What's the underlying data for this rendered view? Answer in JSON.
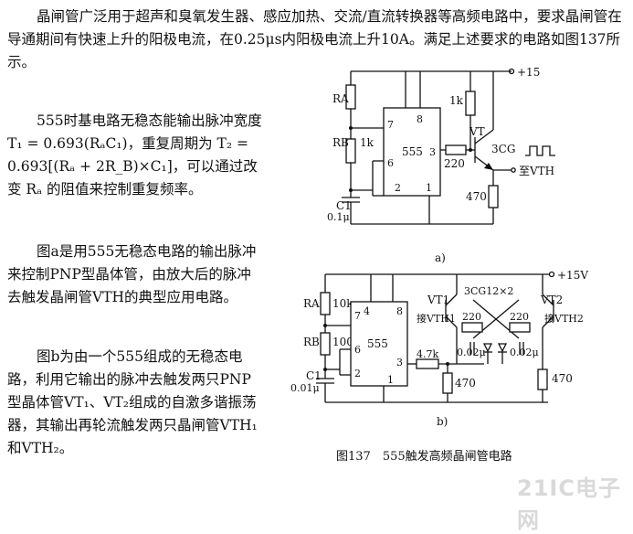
{
  "text": {
    "p1": "晶闸管广泛用于超声和臭氧发生器、感应加热、交流/直流转换器等高频电路中，要求晶闸管在导通期间有快速上升的阳极电流，在0.25μs内阳极电流上升10A。满足上述要求的电路如图137所示。",
    "p2": "555时基电路无稳态能输出脉冲宽度 T₁ = 0.693(RₐC₁)，重复周期为 T₂ = 0.693[(Rₐ + 2R_B)×C₁]，可以通过改变 Rₐ 的阻值来控制重复频率。",
    "p3": "图a是用555无稳态电路的输出脉冲来控制PNP型晶体管，由放大后的脉冲去触发晶闸管VTH的典型应用电路。",
    "p4": "图b为由一个555组成的无稳态电路，利用它输出的脉冲去触发两只PNP型晶体管VT₁、VT₂组成的自激多谐振荡器，其输出再轮流触发两只晶闸管VTH₁和VTH₂。"
  },
  "caption": "图137　555触发高频晶闸管电路",
  "watermark": "21IC电子网",
  "circuit_a": {
    "supply": "+15",
    "ra": "RA",
    "rb": "RB",
    "rb_val": "1k",
    "c1": "C1",
    "c1_val": "0.1μ",
    "ic": "555",
    "pin7": "7",
    "pin8": "8",
    "pin6": "6",
    "pin3": "3",
    "pin2": "2",
    "pin1": "1",
    "r_pullup": "1k",
    "r_base": "220",
    "vt": "VT",
    "vt_type": "3CG",
    "out": "至VTH",
    "r_emitter": "470",
    "label": "a)"
  },
  "circuit_b": {
    "supply": "+15V",
    "ra": "RA",
    "ra_val": "10k",
    "rb": "RB",
    "rb_val": "100",
    "c1": "C1",
    "c1_val": "0.01μ",
    "ic": "555",
    "pin7": "7",
    "pin4": "4",
    "pin8": "8",
    "pin6": "6",
    "pin3": "3",
    "pin2": "2",
    "pin1": "1",
    "vt1": "VT1",
    "vt2": "VT2",
    "pair": "3CG12×2",
    "vth1": "接VTH1",
    "vth2": "接VTH2",
    "r220a": "220",
    "r220b": "220",
    "cap_a": "0.02μ",
    "cap_b": "0.02μ",
    "r47k": "4.7k",
    "r470a": "470",
    "r470b": "470",
    "label": "b)"
  }
}
